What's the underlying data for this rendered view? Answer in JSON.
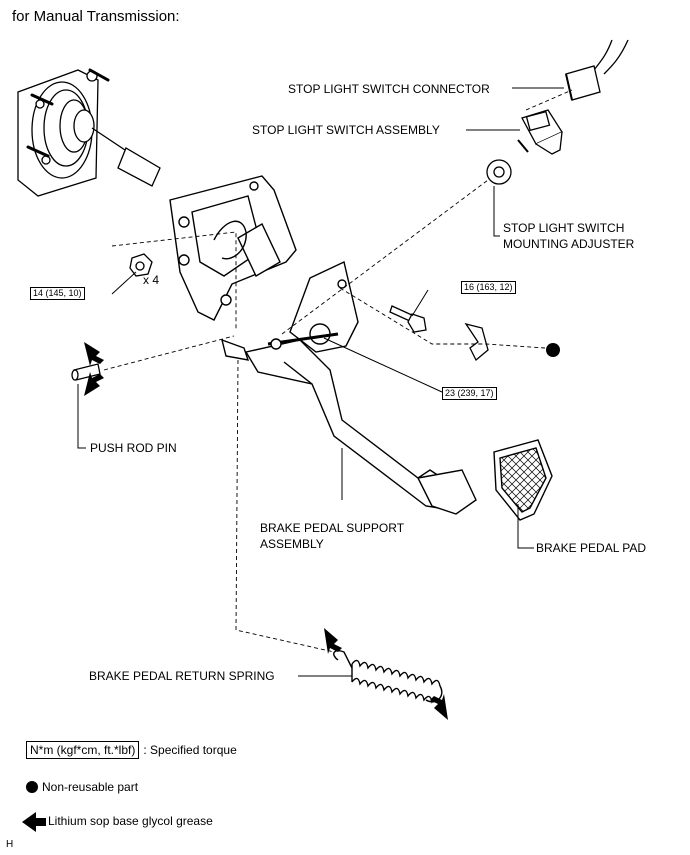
{
  "title": "for Manual Transmission:",
  "labels": {
    "stop_light_switch_connector": "STOP LIGHT SWITCH CONNECTOR",
    "stop_light_switch_assembly": "STOP LIGHT SWITCH ASSEMBLY",
    "stop_light_switch_mounting_adjuster_1": "STOP LIGHT SWITCH",
    "stop_light_switch_mounting_adjuster_2": "MOUNTING ADJUSTER",
    "push_rod_pin": "PUSH ROD PIN",
    "brake_pedal_support_assembly_1": "BRAKE PEDAL SUPPORT",
    "brake_pedal_support_assembly_2": "ASSEMBLY",
    "brake_pedal_pad": "BRAKE PEDAL PAD",
    "brake_pedal_return_spring": "BRAKE PEDAL RETURN SPRING",
    "quantity": "x 4"
  },
  "torques": {
    "nut": "14 (145, 10)",
    "bolt": "16 (163, 12)",
    "pedal_bolt": "23 (239, 17)"
  },
  "legend": {
    "torque_box": "N*m (kgf*cm, ft.*lbf)",
    "torque_text": ": Specified torque",
    "non_reusable": "Non-reusable part",
    "grease": "Lithium sop base glycol grease"
  },
  "corner_mark": "H"
}
